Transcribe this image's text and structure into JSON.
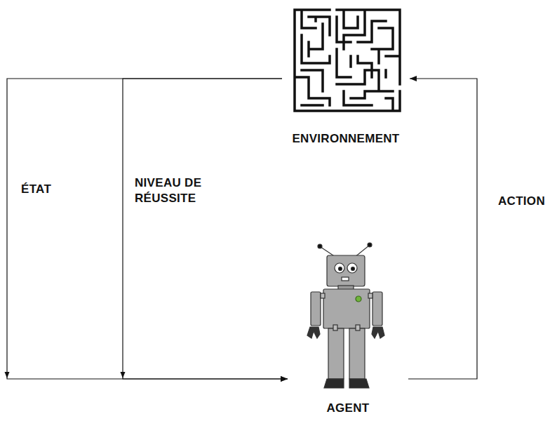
{
  "diagram": {
    "nodes": [
      {
        "text": [
          "ENVIRONNEMENT"
        ]
      },
      {
        "text": [
          "AGENT"
        ]
      }
    ],
    "edges": [
      {
        "from": 0,
        "to": 1,
        "label": "ÉTAT",
        "arrow": "to"
      },
      {
        "from": 0,
        "to": 1,
        "label": "NIVEAU DE RÉUSSITE",
        "arrow": "to"
      },
      {
        "from": 1,
        "to": 0,
        "label": "ACTION",
        "arrow": "to"
      }
    ]
  }
}
